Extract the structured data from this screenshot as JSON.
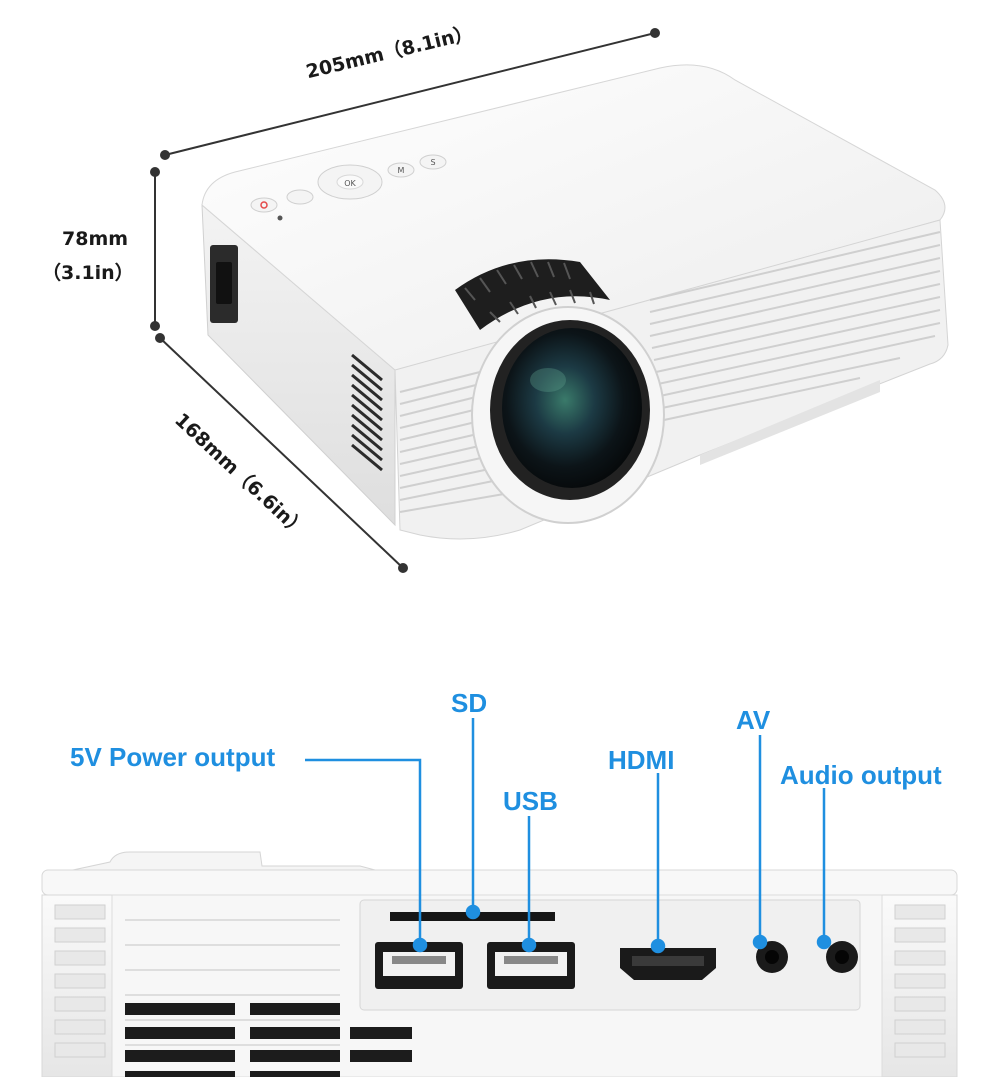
{
  "dimensions": {
    "width": "205mm（8.1in）",
    "height_mm": "78mm",
    "height_in": "（3.1in）",
    "depth": "168mm（6.6in）"
  },
  "ports": {
    "power_out": "5V Power output",
    "sd": "SD",
    "usb": "USB",
    "hdmi": "HDMI",
    "av": "AV",
    "audio": "Audio output"
  },
  "buttons": {
    "ok": "OK",
    "menu": "M",
    "source": "S"
  },
  "colors": {
    "callout": "#1f8fe0",
    "body": "#f4f4f4",
    "dimension_line": "#333333"
  }
}
